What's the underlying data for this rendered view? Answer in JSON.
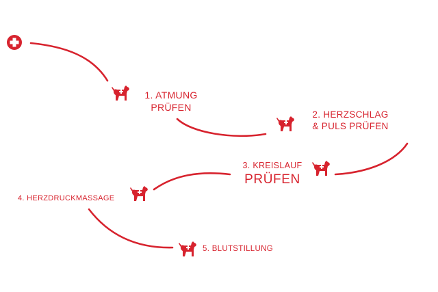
{
  "accent_color": "#d7232e",
  "start_marker": {
    "icon": "medical-cross-icon"
  },
  "steps": [
    {
      "number": "1.",
      "lines": [
        "ATMUNG",
        "PRÜFEN"
      ],
      "icon": "dog-medical-icon"
    },
    {
      "number": "2.",
      "lines": [
        "HERZSCHLAG",
        "& PULS PRÜFEN"
      ],
      "icon": "dog-medical-icon"
    },
    {
      "number": "3.",
      "lines": [
        "KREISLAUF",
        "PRÜFEN"
      ],
      "icon": "dog-medical-icon"
    },
    {
      "number": "4.",
      "lines": [
        "HERZDRUCKMASSAGE"
      ],
      "icon": "dog-medical-icon"
    },
    {
      "number": "5.",
      "lines": [
        "BLUTSTILLUNG"
      ],
      "icon": "dog-medical-icon"
    }
  ]
}
